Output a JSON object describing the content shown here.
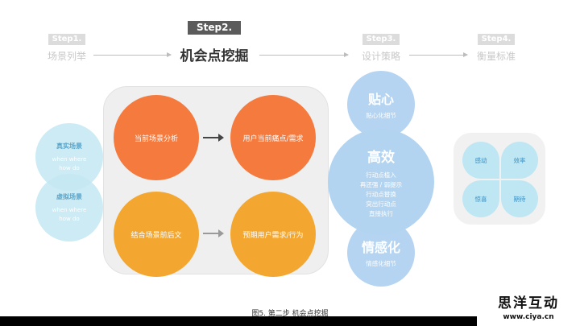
{
  "steps": [
    {
      "badge": "Step1.",
      "label": "场景列举"
    },
    {
      "badge": "Step2.",
      "label": "机会点挖掘"
    },
    {
      "badge": "Step3.",
      "label": "设计策略"
    },
    {
      "badge": "Step4.",
      "label": "衡量标准"
    }
  ],
  "left_circles": [
    {
      "title": "真实场景",
      "sub": "when where how do"
    },
    {
      "title": "虚拟场景",
      "sub": "when where how do"
    }
  ],
  "panel": {
    "top_left": "当前场景分析",
    "top_right": "用户当前痛点/需求",
    "bottom_left": "结合场景前后文",
    "bottom_right": "预期用户需求/行为"
  },
  "strategies": {
    "top": {
      "title": "贴心",
      "sub": "贴心化细节"
    },
    "middle": {
      "title": "高效",
      "items": [
        "行动点植入",
        "再还强 / 弱提示",
        "行动点替换",
        "突出行动点",
        "直接执行"
      ]
    },
    "bottom": {
      "title": "情感化",
      "sub": "情感化细节"
    }
  },
  "measures": [
    "感动",
    "效率",
    "惊喜",
    "期待"
  ],
  "caption": "图5. 第二步 机会点挖掘",
  "logo": {
    "name": "思洋互动",
    "url": "www.ciya.cn"
  }
}
